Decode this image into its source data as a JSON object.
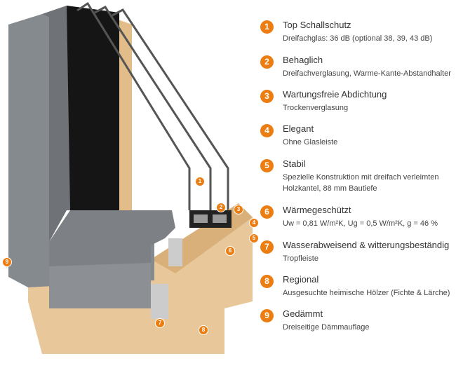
{
  "features": [
    {
      "number": "1",
      "title": "Top Schallschutz",
      "description": [
        "Dreifachglas: 36 dB (optional 38, 39, 43 dB)"
      ]
    },
    {
      "number": "2",
      "title": "Behaglich",
      "description": [
        "Dreifachverglasung, Warme-Kante-Abstandhalter"
      ]
    },
    {
      "number": "3",
      "title": "Wartungsfreie Abdichtung",
      "description": [
        "Trockenverglasung"
      ]
    },
    {
      "number": "4",
      "title": "Elegant",
      "description": [
        "Ohne Glasleiste"
      ]
    },
    {
      "number": "5",
      "title": "Stabil",
      "description": [
        "Spezielle Konstruktion mit dreifach verleimten",
        "Holzkantel, 88 mm Bautiefe"
      ]
    },
    {
      "number": "6",
      "title": "Wärmegeschützt",
      "description": [
        "Uw = 0,81 W/m²K, Ug = 0,5 W/m²K, g = 46 %"
      ]
    },
    {
      "number": "7",
      "title": "Wasserabweisend & witterungsbeständig",
      "description": [
        "Tropfleiste"
      ]
    },
    {
      "number": "8",
      "title": "Regional",
      "description": [
        "Ausgesuchte heimische Hölzer (Fichte & Lärche)"
      ]
    },
    {
      "number": "9",
      "title": "Gedämmt",
      "description": [
        "Dreiseitige Dämmauflage"
      ]
    }
  ],
  "colors": {
    "accent": "#ec7d12",
    "aluminium": "#7d8185",
    "wood": "#e8c89a",
    "glass": "#1a1a1a"
  }
}
